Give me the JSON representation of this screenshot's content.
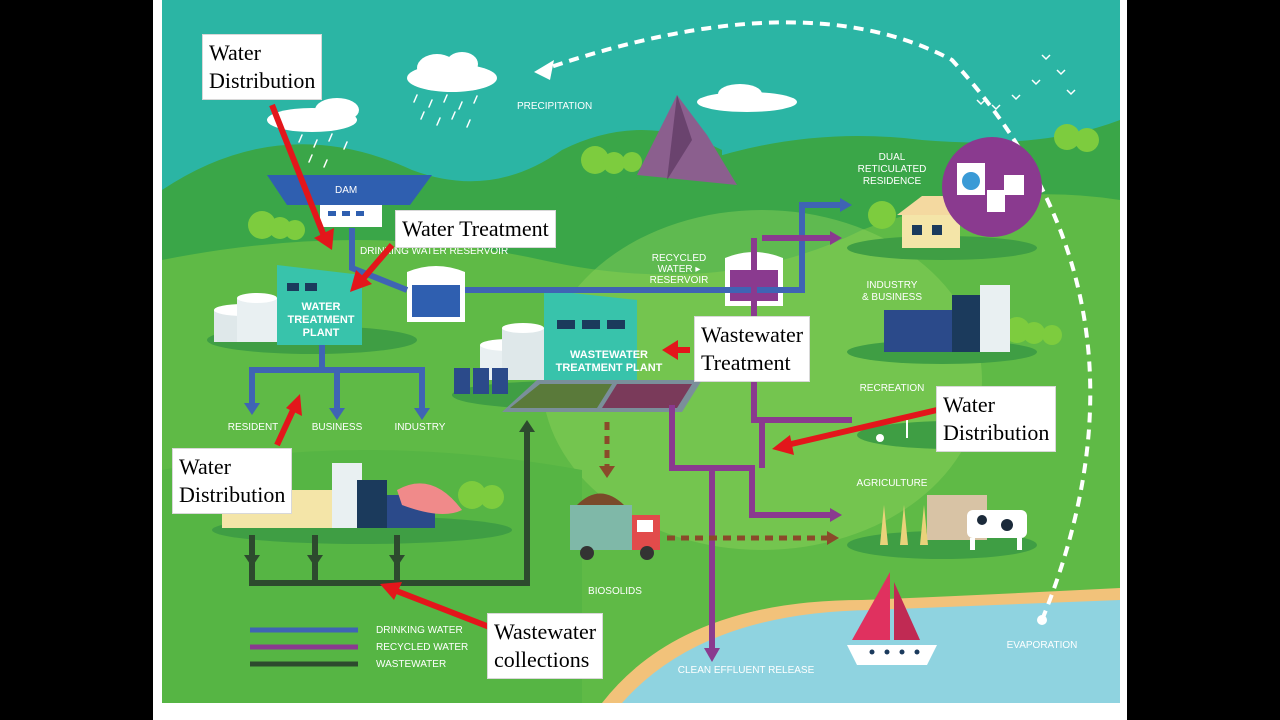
{
  "labels": {
    "precipitation": "PRECIPITATION",
    "dam": "DAM",
    "drinking_water_reservoir": "DRINKING WATER RESERVOIR",
    "water_treatment_plant": [
      "WATER",
      "TREATMENT",
      "PLANT"
    ],
    "wastewater_treatment_plant": [
      "WASTEWATER",
      "TREATMENT PLANT"
    ],
    "recycled_water_reservoir": [
      "RECYCLED",
      "WATER ▸",
      "RESERVOIR"
    ],
    "dual_reticulated_residence": [
      "DUAL",
      "RETICULATED",
      "RESIDENCE"
    ],
    "industry_business": [
      "INDUSTRY",
      "& BUSINESS"
    ],
    "recreation": "RECREATION",
    "agriculture": "AGRICULTURE",
    "resident": "RESIDENT",
    "business": "BUSINESS",
    "industry": "INDUSTRY",
    "biosolids": "BIOSOLIDS",
    "clean_effluent_release": "CLEAN EFFLUENT RELEASE",
    "evaporation": "EVAPORATION"
  },
  "legend": [
    {
      "label": "DRINKING WATER",
      "color": "#3f64b4"
    },
    {
      "label": "RECYCLED WATER",
      "color": "#8a3a8f"
    },
    {
      "label": "WASTEWATER",
      "color": "#2d4a2e"
    }
  ],
  "callouts": {
    "water_distribution_top": [
      "Water",
      "Distribution"
    ],
    "water_treatment": [
      "Water Treatment"
    ],
    "wastewater_treatment": [
      "Wastewater",
      "Treatment"
    ],
    "water_distribution_right": [
      "Water",
      "Distribution"
    ],
    "water_distribution_left": [
      "Water",
      "Distribution"
    ],
    "wastewater_collections": [
      "Wastewater",
      "collections"
    ]
  },
  "colors": {
    "sky": "#2bb5a4",
    "hill_dark": "#3aa648",
    "hill_light": "#6cc04a",
    "drinking_pipe": "#3f64b4",
    "recycled_pipe": "#8a3a8f",
    "waste_pipe": "#2d4a2e",
    "arrow_red": "#e3161b",
    "sea": "#8fd3e0",
    "sand": "#f2c27a"
  }
}
